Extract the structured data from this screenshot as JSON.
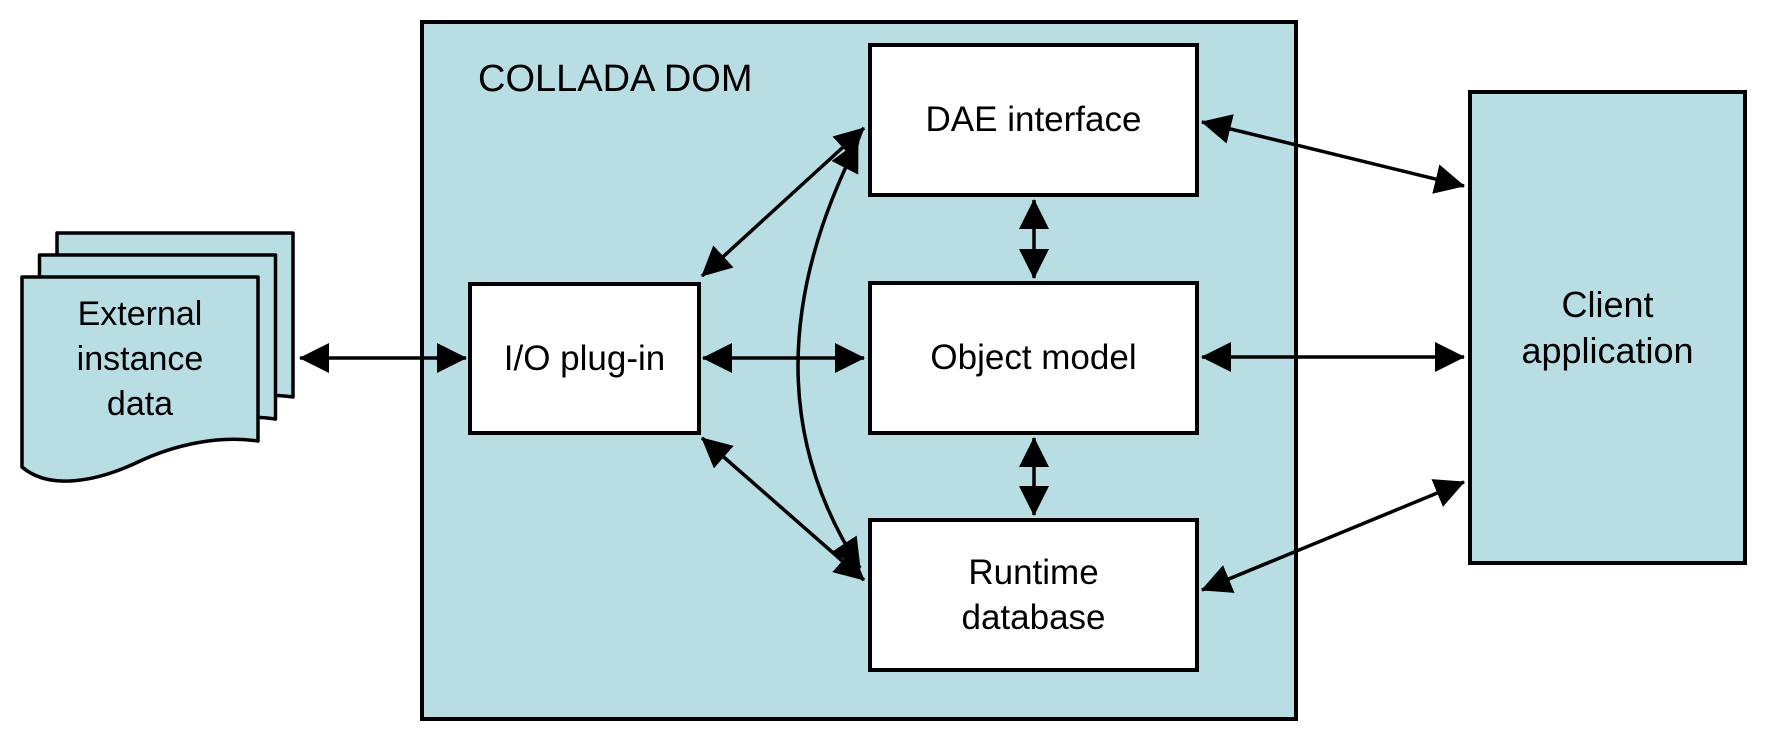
{
  "diagram": {
    "container": {
      "label": "COLLADA DOM"
    },
    "nodes": {
      "external_data": {
        "lines": [
          "External",
          "instance",
          "data"
        ]
      },
      "io_plugin": {
        "label": "I/O plug-in"
      },
      "dae_interface": {
        "label": "DAE interface"
      },
      "object_model": {
        "label": "Object model"
      },
      "runtime_database": {
        "lines": [
          "Runtime",
          "database"
        ]
      },
      "client_application": {
        "lines": [
          "Client",
          "application"
        ]
      }
    },
    "edges": [
      {
        "from": "External instance data",
        "to": "I/O plug-in",
        "type": "bidirectional",
        "shape": "straight"
      },
      {
        "from": "I/O plug-in",
        "to": "Object model",
        "type": "bidirectional",
        "shape": "straight"
      },
      {
        "from": "I/O plug-in",
        "to": "DAE interface",
        "type": "bidirectional",
        "shape": "straight"
      },
      {
        "from": "I/O plug-in",
        "to": "Runtime database",
        "type": "bidirectional",
        "shape": "straight"
      },
      {
        "from": "DAE interface",
        "to": "Object model",
        "type": "bidirectional",
        "shape": "straight"
      },
      {
        "from": "Object model",
        "to": "Runtime database",
        "type": "bidirectional",
        "shape": "straight"
      },
      {
        "from": "DAE interface",
        "to": "Runtime database",
        "type": "bidirectional",
        "shape": "curved"
      },
      {
        "from": "DAE interface",
        "to": "Client application",
        "type": "bidirectional",
        "shape": "straight"
      },
      {
        "from": "Object model",
        "to": "Client application",
        "type": "bidirectional",
        "shape": "straight"
      },
      {
        "from": "Runtime database",
        "to": "Client application",
        "type": "bidirectional",
        "shape": "straight"
      }
    ],
    "colors": {
      "node_fill": "#b8dde2",
      "inner_box_fill": "#ffffff",
      "line": "#000000",
      "background": "#ffffff",
      "text": "#000000"
    }
  }
}
